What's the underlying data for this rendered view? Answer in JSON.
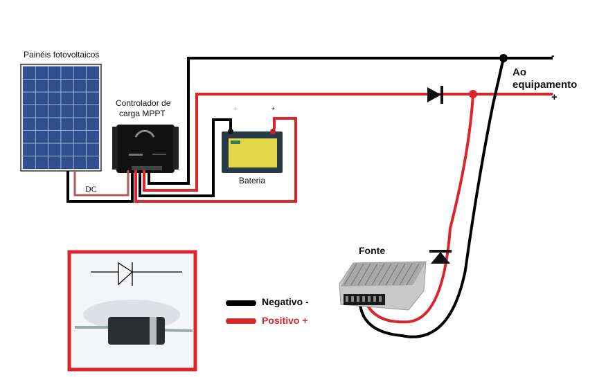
{
  "labels": {
    "panels": "Painéis fotovoltaicos",
    "controller_line1": "Controlador de",
    "controller_line2": "carga MPPT",
    "battery": "Bateria",
    "battery_neg": "-",
    "battery_pos": "+",
    "dc": "DC",
    "output_line1": "Ao",
    "output_line2": "equipamento",
    "output_neg": "-",
    "output_pos": "+",
    "power_supply": "Fonte"
  },
  "legend": {
    "items": [
      {
        "label": "Negativo -",
        "color": "#000000"
      },
      {
        "label": "Positivo +",
        "color": "#d9252b"
      }
    ]
  },
  "colors": {
    "negative_wire": "#000000",
    "positive_wire": "#d9252b",
    "panel_blue": "#2f4f8f",
    "inset_border": "#d9252b"
  }
}
